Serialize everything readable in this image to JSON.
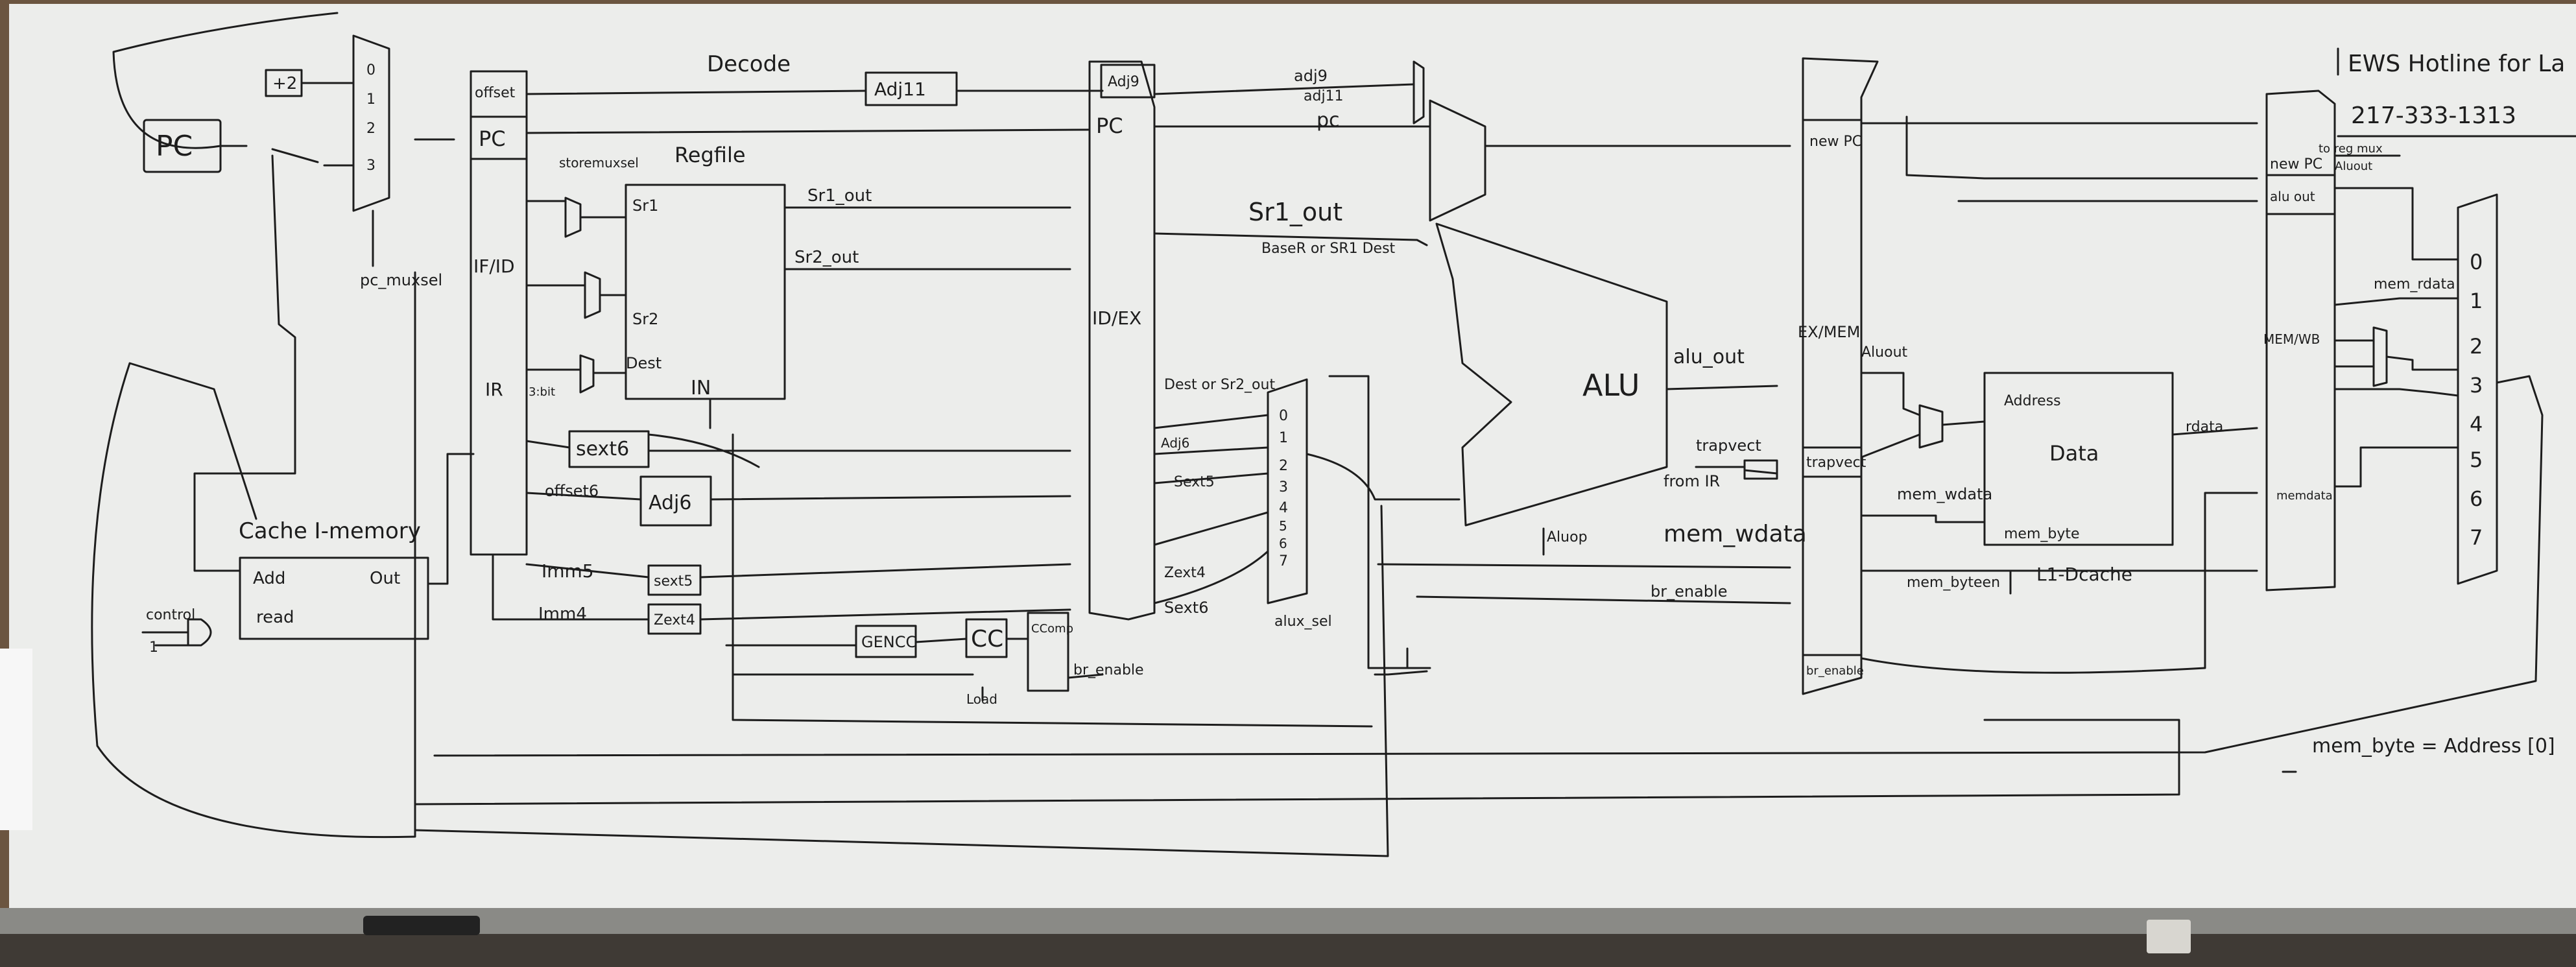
{
  "scene": {
    "description_type": "whiteboard-photo",
    "colors": {
      "board": "#ecedeb",
      "ink": "#1d1d1d",
      "frame": "#6b5540",
      "tray": "#8a8a86",
      "wall": "#4a4540"
    }
  },
  "labels": {
    "pc": "PC",
    "plus2": "+2",
    "mux_inputs_pc": [
      "0",
      "1",
      "2",
      "3"
    ],
    "pcmux_sel": "pc_muxsel",
    "cache_imem": "Cache I-memory",
    "imem_add": "Add",
    "imem_out": "Out",
    "imem_read": "read",
    "control": "control",
    "one": "1",
    "ifid": "IF/ID",
    "ifid_offset": "offset",
    "ifid_pc": "PC",
    "ifid_ir": "IR",
    "decode": "Decode",
    "regfile": "Regfile",
    "sr1": "Sr1",
    "sr2": "Sr2",
    "dest": "Dest",
    "in": "IN",
    "sr1_out": "Sr1_out",
    "sr2_out": "Sr2_out",
    "storemuxsel": "storemuxsel",
    "bit3": "3:bit",
    "sext6": "sext6",
    "offset6": "offset6",
    "adj6": "Adj6",
    "imm5": "Imm5",
    "imm4": "Imm4",
    "sext5": "sext5",
    "zext4": "Zext4",
    "gencc": "GENCC",
    "cc": "CC",
    "ccomp": "CComp",
    "load": "Load",
    "br_enable": "br_enable",
    "adj11": "Adj11",
    "adj9": "Adj9",
    "idex": "ID/EX",
    "idex_pc": "PC",
    "sr1_out_big": "Sr1_out",
    "baser": "BaseR or SR1 Dest",
    "dest_sr2": "Dest or Sr2_out",
    "adj6b": "Adj6",
    "sext5b": "Sext5",
    "zext4b": "Zext4",
    "sext6b": "Sext6",
    "alumux_inputs": [
      "0",
      "1",
      "2",
      "3",
      "4",
      "5",
      "6",
      "7"
    ],
    "alumux_sel": "alux_sel",
    "alu": "ALU",
    "aluop": "Aluop",
    "alu_out": "alu_out",
    "adj_labels": [
      "adj9",
      "adj11"
    ],
    "pc_small": "pc",
    "trapvect": "trapvect",
    "from_ir": "from IR",
    "mem_wdata": "mem_wdata",
    "br_enable2": "br_enable",
    "exmem": "EX/MEM",
    "new_pc": "new PC",
    "aluout": "Aluout",
    "trapvect2": "trapvect",
    "br_enable_reg": "br_enable",
    "data": "Data",
    "address": "Address",
    "mem_byte": "mem_byte",
    "mem_wdata2": "mem_wdata",
    "mem_byteen": "mem_byteen",
    "l1_dcache": "L1-Dcache",
    "rdata": "rdata",
    "memwb": "MEM/WB",
    "new_pc2": "new PC",
    "alu_out2": "alu out",
    "memdata": "memdata",
    "to_regmux": "to reg mux",
    "aluout2": "Aluout",
    "mem_rdata": "mem_rdata",
    "wbmux_inputs": [
      "0",
      "1",
      "2",
      "3",
      "4",
      "5",
      "6",
      "7"
    ],
    "ews_hotline": "EWS Hotline for La",
    "phone": "217-333-1313",
    "mem_byte_eq": "mem_byte = Address [0]"
  }
}
